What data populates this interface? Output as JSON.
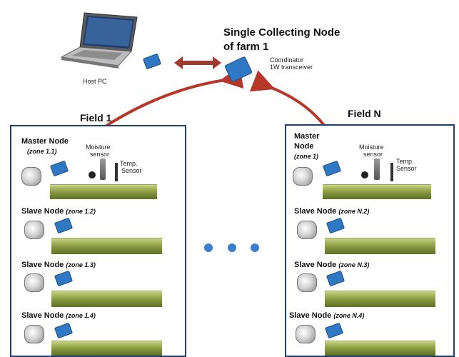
{
  "header": {
    "title_line1": "Single Collecting Node",
    "title_line2": "of farm 1",
    "coordinator_line1": "Coordinator",
    "coordinator_line2": "1W transceiver",
    "host_pc_label": "Host PC"
  },
  "field1": {
    "title": "Field 1",
    "master_label": "Master Node",
    "master_zone": "(zone 1.1)",
    "moisture_label_line1": "Moisture",
    "moisture_label_line2": "sensor",
    "temp_label_line1": "Temp.",
    "temp_label_line2": "Sensor",
    "slave1_label": "Slave Node",
    "slave1_zone": "(zone 1.2)",
    "slave2_label": "Slave Node",
    "slave2_zone": "(zone 1.3)",
    "slave3_label": "Slave Node",
    "slave3_zone": "(zone 1.4)"
  },
  "fieldN": {
    "title": "Field N",
    "master_label_line1": "Master",
    "master_label_line2": "Node",
    "master_zone": "(zone 1)",
    "moisture_label_line1": "Moisture",
    "moisture_label_line2": "sensor",
    "temp_label_line1": "Temp.",
    "temp_label_line2": "Sensor",
    "slave1_label": "Slave Node",
    "slave1_zone": "(zone N.2)",
    "slave2_label": "Slave Node",
    "slave2_zone": "(zone N.3)",
    "slave3_label": "Slave Node",
    "slave3_zone": "(zone N.4)"
  },
  "colors": {
    "arrow_red": "#b8372b",
    "arrow_blue": "#3b6fb0",
    "box_border": "#1f3f6e",
    "dots": "#3a7fd0"
  }
}
